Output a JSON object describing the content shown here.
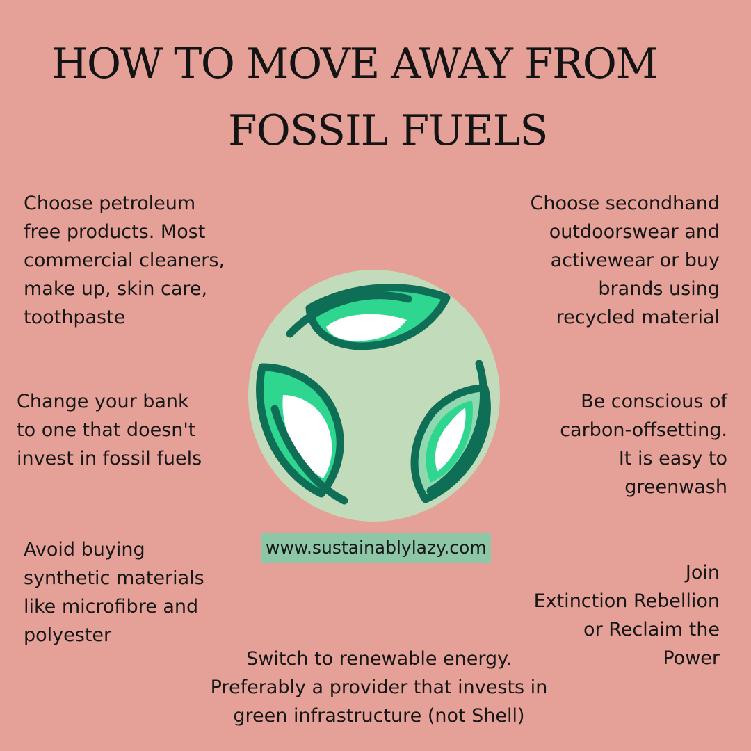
{
  "title": {
    "line1": "HOW TO MOVE AWAY FROM",
    "line2": "FOSSIL FUELS"
  },
  "tips": {
    "petroleum": "Choose petroleum\nfree products. Most\ncommercial cleaners,\nmake up, skin care,\ntoothpaste",
    "secondhand": "Choose  secondhand\noutdoorswear and\nactivewear or buy\nbrands using\nrecycled material",
    "bank": "Change your bank\nto one that doesn't\ninvest in fossil fuels",
    "carbon": "Be conscious of\ncarbon-offsetting.\nIt is easy to\ngreenwash",
    "synthetic": "Avoid buying\nsynthetic materials\nlike microfibre and\npolyester",
    "extinction": "Join \nExtinction Rebellion\nor Reclaim the\nPower ",
    "renewable": "Switch to renewable energy.\nPreferably a provider  that invests in\ngreen infrastructure (not Shell)"
  },
  "logo": {
    "icon": "recycling-leaves-icon",
    "circle_color": "#c2dbbb",
    "leaf_color": "#2ed68f",
    "leaf_light_color": "#8fd8b0",
    "outline_color": "#0f6e56"
  },
  "website": {
    "url": "www.sustainablylazy.com",
    "highlight_color": "#8ec7a8"
  },
  "colors": {
    "background": "#e5a198",
    "text": "#141414"
  }
}
